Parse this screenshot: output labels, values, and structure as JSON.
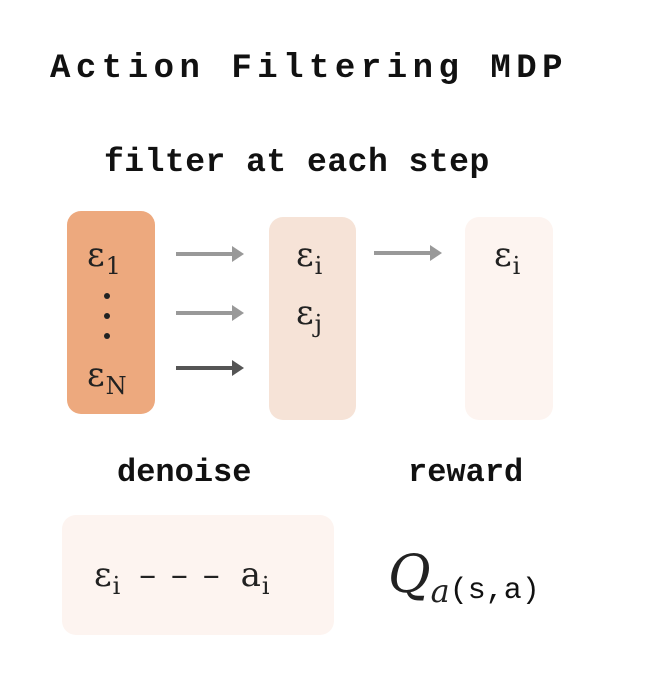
{
  "title": "Action Filtering MDP",
  "subtitle": "filter at each step",
  "columns": {
    "candidates": {
      "first": {
        "base": "ε",
        "sub": "1"
      },
      "ellipsis": "⋮",
      "last": {
        "base": "ε",
        "sub": "N"
      },
      "color": "#eda97e"
    },
    "filtered": {
      "items": [
        {
          "base": "ε",
          "sub": "i"
        },
        {
          "base": "ε",
          "sub": "j"
        }
      ],
      "color": "#f6e3d7"
    },
    "selected": {
      "items": [
        {
          "base": "ε",
          "sub": "i"
        }
      ],
      "color": "#fdf4f0"
    }
  },
  "arrows": [
    {
      "from": "ε1",
      "color": "#999999"
    },
    {
      "from": "dots",
      "color": "#999999"
    },
    {
      "from": "εN",
      "color": "#555555"
    },
    {
      "from": "εi",
      "color": "#999999"
    }
  ],
  "denoise": {
    "label": "denoise",
    "noise": {
      "base": "ε",
      "sub": "i"
    },
    "dashes": "– – –",
    "action": {
      "base": "a",
      "sub": "i"
    }
  },
  "reward": {
    "label": "reward",
    "symbol": "Q",
    "symbol_sub": "a",
    "args": "(s,a)"
  }
}
